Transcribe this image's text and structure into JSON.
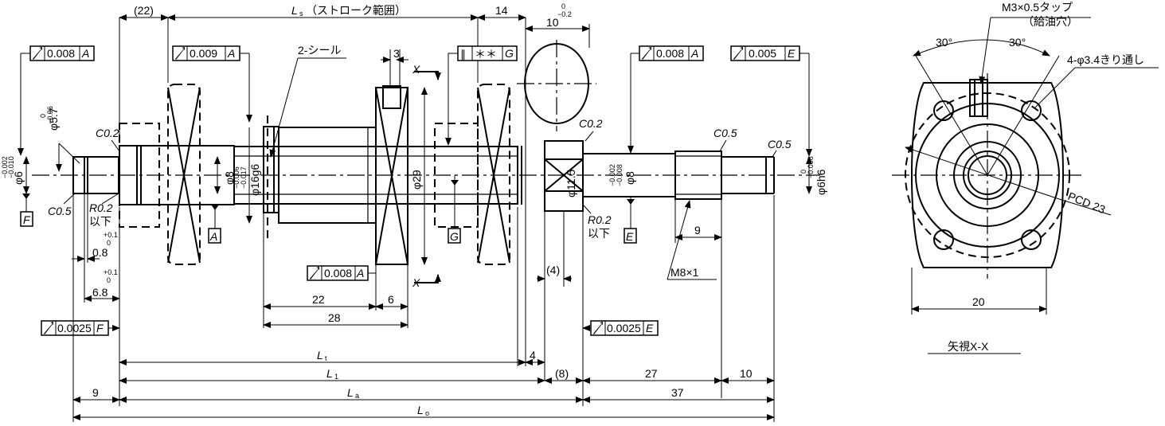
{
  "dims": {
    "l_22": "(22)",
    "ls": "L",
    "ls_sub": "s",
    "ls_note": "（ストローク範囲）",
    "d14": "14",
    "d10": "10",
    "tol_10_up": "0",
    "tol_10_low": "−0.2",
    "d3": "3",
    "seal": "2-シール",
    "c02a": "C0.2",
    "c02b": "C0.2",
    "c05a": "C0.5",
    "c05b": "C0.5",
    "c05c": "C0.5",
    "d57": "φ5.7",
    "d57_up": "0",
    "d57_low": "−0.06",
    "d6": "φ6",
    "d6_up": "−0.002",
    "d6_low": "−0.010",
    "d8a": "φ8",
    "d16": "φ16g6",
    "d16_up": "−0.006",
    "d16_low": "−0.017",
    "d29": "φ29",
    "d115": "φ11.5",
    "d8b": "φ8",
    "d8b_up": "−0.002",
    "d8b_low": "−0.008",
    "d6h6": "φ6h6",
    "d6h6_up": "0",
    "d6h6_low": "−0.008",
    "r02a": "R0.2",
    "r02a_note": "以下",
    "r02b": "R0.2",
    "r02b_note": "以下",
    "d08": "0.8",
    "d08_up": "+0.1",
    "d08_low": "0",
    "d68": "6.8",
    "d68_up": "+0.1",
    "d68_low": "0",
    "d22": "22",
    "d6b": "6",
    "d28": "28",
    "d4p": "(4)",
    "d9a": "9",
    "m8": "M8×1",
    "lt": "L",
    "lt_sub": "t",
    "d4": "4",
    "l1": "L",
    "l1_sub": "1",
    "d8p": "(8)",
    "d27": "27",
    "d10b": "10",
    "d9b": "9",
    "la": "L",
    "la_sub": "a",
    "d37": "37",
    "lo": "L",
    "lo_sub": "o"
  },
  "frames": {
    "f1": {
      "tol": "0.008",
      "ref": "A"
    },
    "f2": {
      "tol": "0.009",
      "ref": "A"
    },
    "f3_mark": "∥",
    "f3": {
      "tol": "＊＊",
      "ref": "G"
    },
    "f4": {
      "tol": "0.008",
      "ref": "A"
    },
    "f5": {
      "tol": "0.005",
      "ref": "E"
    },
    "f6": {
      "tol": "0.008",
      "ref": "A"
    },
    "f7": {
      "tol": "0.0025",
      "ref": "F"
    },
    "f8": {
      "tol": "0.0025",
      "ref": "E"
    }
  },
  "datums": {
    "F": "F",
    "A": "A",
    "G": "G",
    "E": "E"
  },
  "section_marks": {
    "x_top": "X",
    "x_bottom": "X"
  },
  "side_view": {
    "tap": "M3×0.5タップ",
    "tap_note": "（給油穴）",
    "angle_left": "30°",
    "angle_right": "30°",
    "holes": "4-φ3.4きり通し",
    "pcd": "PCD 23",
    "width": "20",
    "caption": "矢視X-X"
  }
}
